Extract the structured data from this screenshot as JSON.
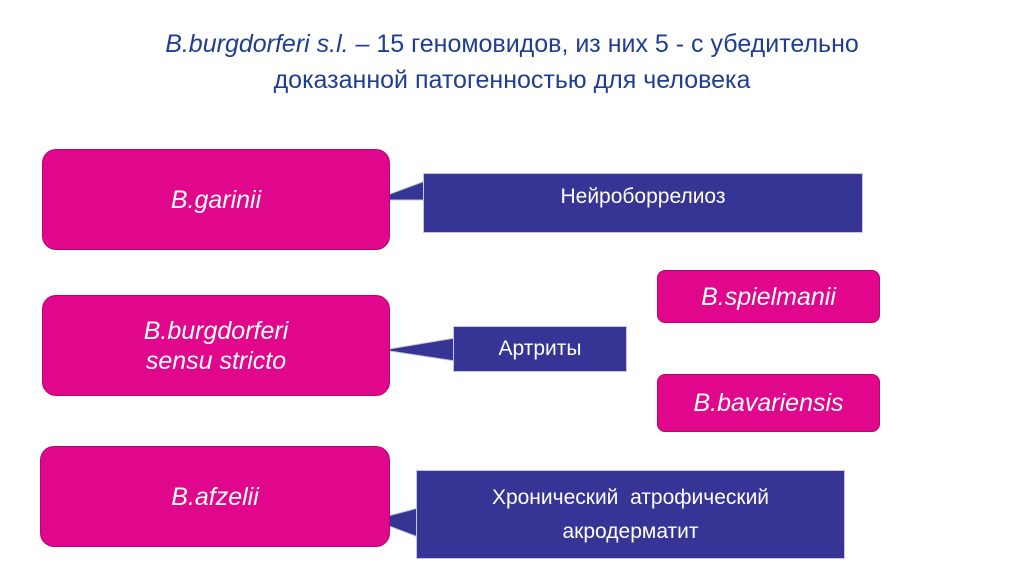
{
  "title": {
    "italic_part": "B.burgdorferi s.l.",
    "rest_line1": " – 15 геномовидов, из них 5 - с убедительно",
    "line2": "доказанной патогенностью для человека"
  },
  "species": {
    "garinii": "B.garinii",
    "burgdorferi_line1": "B.burgdorferi",
    "burgdorferi_line2": "sensu stricto",
    "afzelii": "B.afzelii",
    "spielmanii": "B.spielmanii",
    "bavariensis": "B.bavariensis"
  },
  "diseases": {
    "neuro": "Нейроборрелиоз",
    "arthritis": "Артриты",
    "acro_line1": "Хронический  атрофический",
    "acro_line2": "акродерматит"
  },
  "colors": {
    "magenta": "#e0078c",
    "blue_box": "#363494",
    "title_text": "#1f3e8f"
  }
}
